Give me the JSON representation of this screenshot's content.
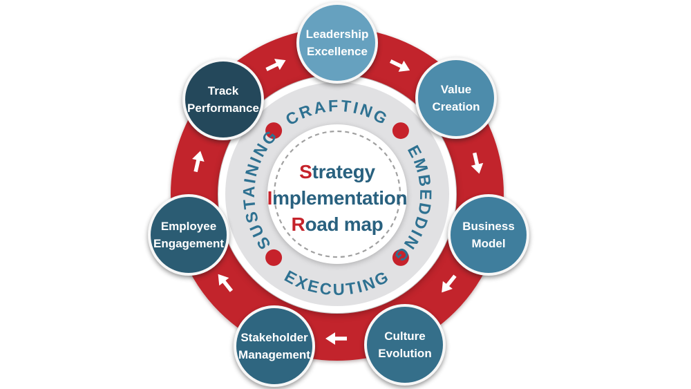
{
  "diagram": {
    "title": {
      "lines": [
        {
          "first": "S",
          "rest": "trategy"
        },
        {
          "first": "I",
          "rest": "mplementation"
        },
        {
          "first": "R",
          "rest": "oad map"
        }
      ]
    },
    "phases": [
      {
        "label": "CRAFTING"
      },
      {
        "label": "EMBEDDING"
      },
      {
        "label": "EXECUTING"
      },
      {
        "label": "SUSTAINING"
      }
    ],
    "nodes": [
      {
        "id": "leadership-excellence",
        "line1": "Leadership",
        "line2": "Excellence",
        "color": "#66a1bf"
      },
      {
        "id": "value-creation",
        "line1": "Value",
        "line2": "Creation",
        "color": "#4d8cab"
      },
      {
        "id": "business-model",
        "line1": "Business",
        "line2": "Model",
        "color": "#3f7e9d"
      },
      {
        "id": "culture-evolution",
        "line1": "Culture",
        "line2": "Evolution",
        "color": "#356f8a"
      },
      {
        "id": "stakeholder-management",
        "line1": "Stakeholder",
        "line2": "Management",
        "color": "#2f6680"
      },
      {
        "id": "employee-engagement",
        "line1": "Employee",
        "line2": "Engagement",
        "color": "#2b5c73"
      },
      {
        "id": "track-performance",
        "line1": "Track",
        "line2": "Performance",
        "color": "#24485b"
      }
    ],
    "colors": {
      "ring_red": "#c2242c",
      "dot_red": "#c6222b",
      "ring_gray": "#e1e1e3",
      "phase_text": "#2e7191",
      "title_text": "#29617f",
      "title_accent": "#c5232b",
      "arrow_white": "#ffffff",
      "dashed_border": "#a0a0a0"
    }
  }
}
